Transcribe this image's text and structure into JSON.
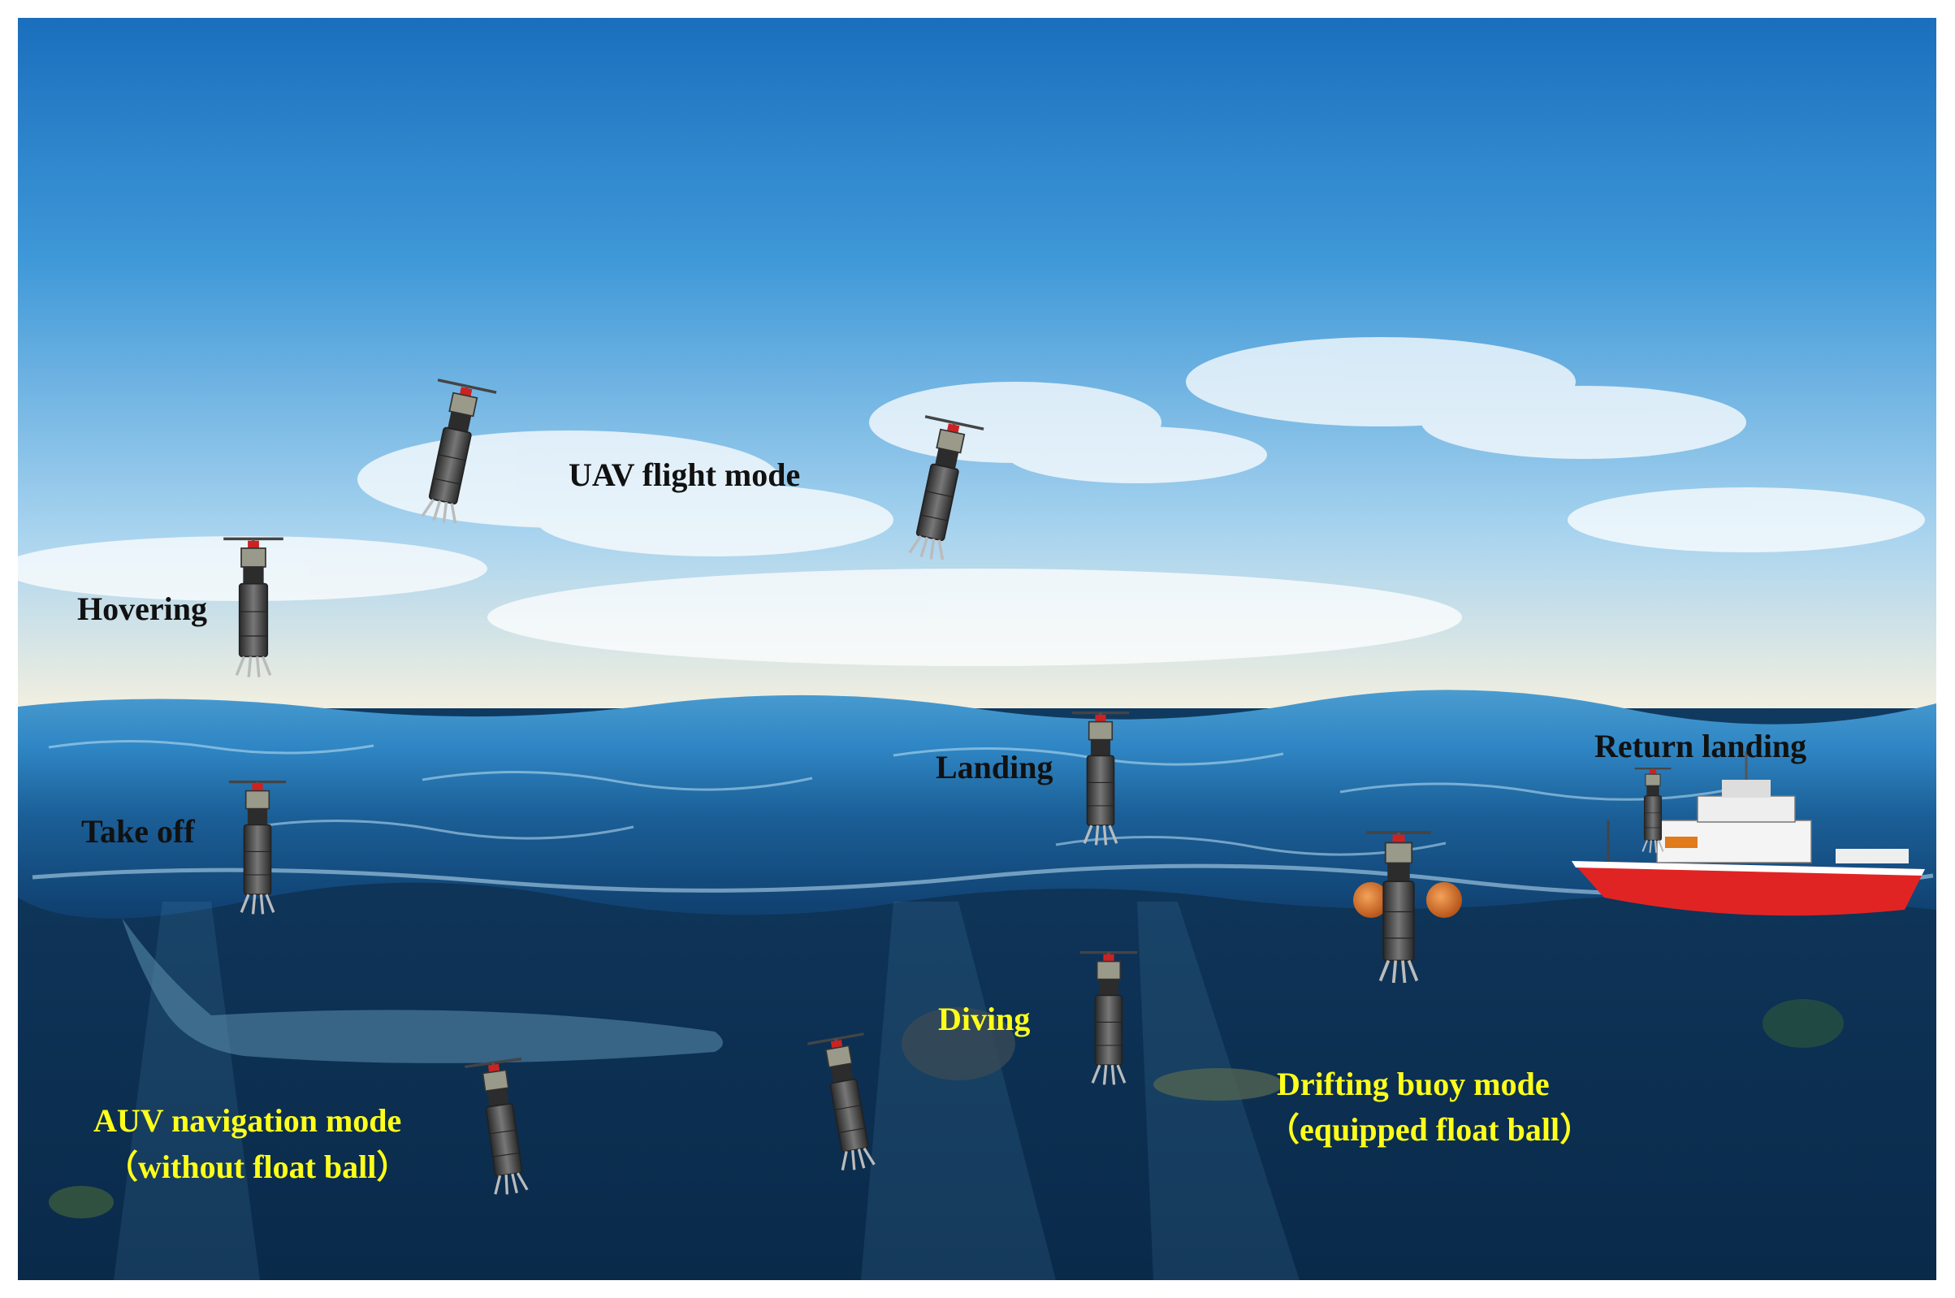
{
  "labels": {
    "uav_flight_mode": "UAV flight mode",
    "hovering": "Hovering",
    "take_off": "Take off",
    "landing": "Landing",
    "return_landing": "Return landing",
    "diving": "Diving",
    "auv_mode_line1": "AUV navigation mode",
    "auv_mode_line2": "（without float ball）",
    "drifting_mode_line1": "Drifting buoy mode",
    "drifting_mode_line2": "（equipped float ball）"
  },
  "colors": {
    "sky_top": "#1a6fbd",
    "sky_mid": "#6fb8e8",
    "horizon": "#f2efe0",
    "sea_surface": "#2f86c4",
    "sea_deep": "#0a2a4a",
    "label_dark": "#111111",
    "label_underwater": "#ffff1a",
    "ship_hull": "#e02424",
    "float_ball": "#d9731f"
  }
}
